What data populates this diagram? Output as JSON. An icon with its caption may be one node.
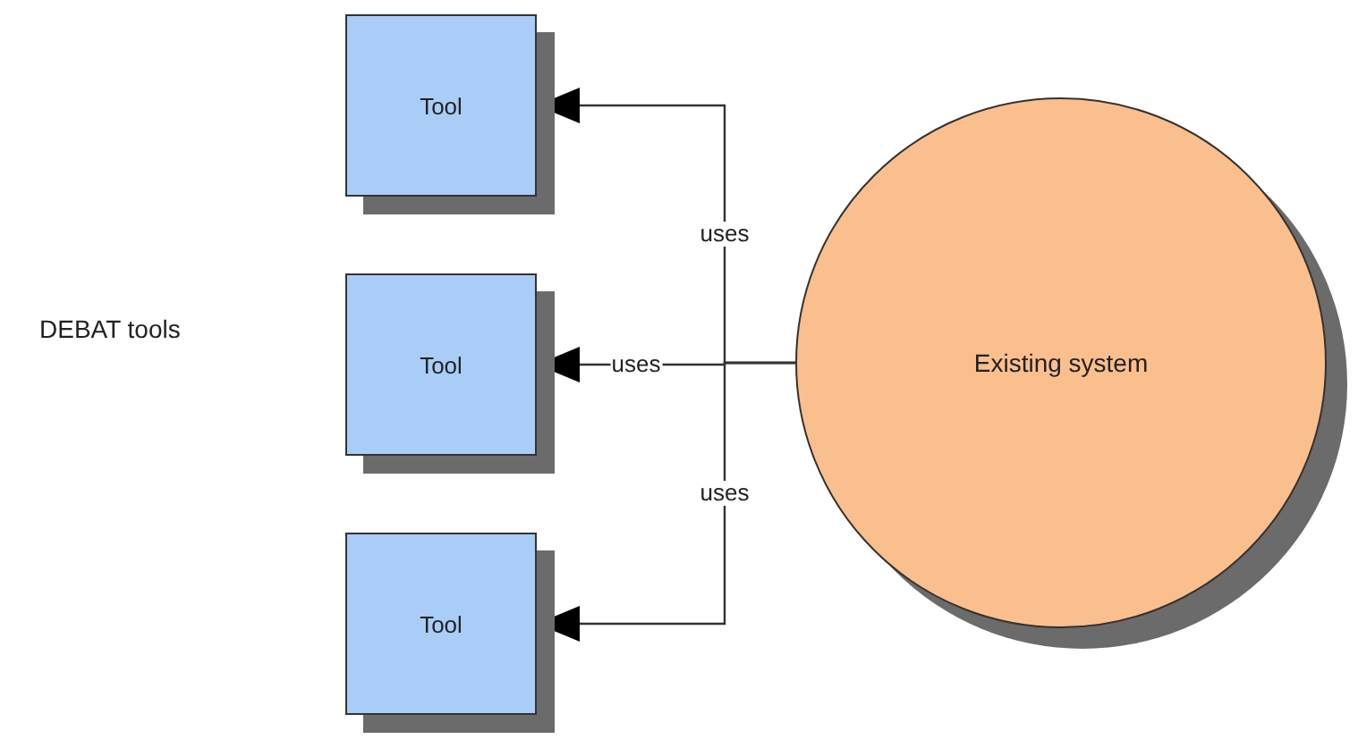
{
  "diagram": {
    "nodes": [
      {
        "text": [
          "Tool"
        ]
      },
      {
        "text": [
          "Tool"
        ]
      },
      {
        "text": [
          "Tool"
        ]
      },
      {
        "text": [
          "Existing system"
        ]
      }
    ],
    "edges": [
      {
        "from": 3,
        "to": 0,
        "arrow": "to",
        "label": "uses"
      },
      {
        "from": 3,
        "to": 1,
        "arrow": "to",
        "label": "uses"
      },
      {
        "from": 3,
        "to": 2,
        "arrow": "to",
        "label": "uses"
      }
    ],
    "labels": [
      "DEBAT tools"
    ]
  }
}
